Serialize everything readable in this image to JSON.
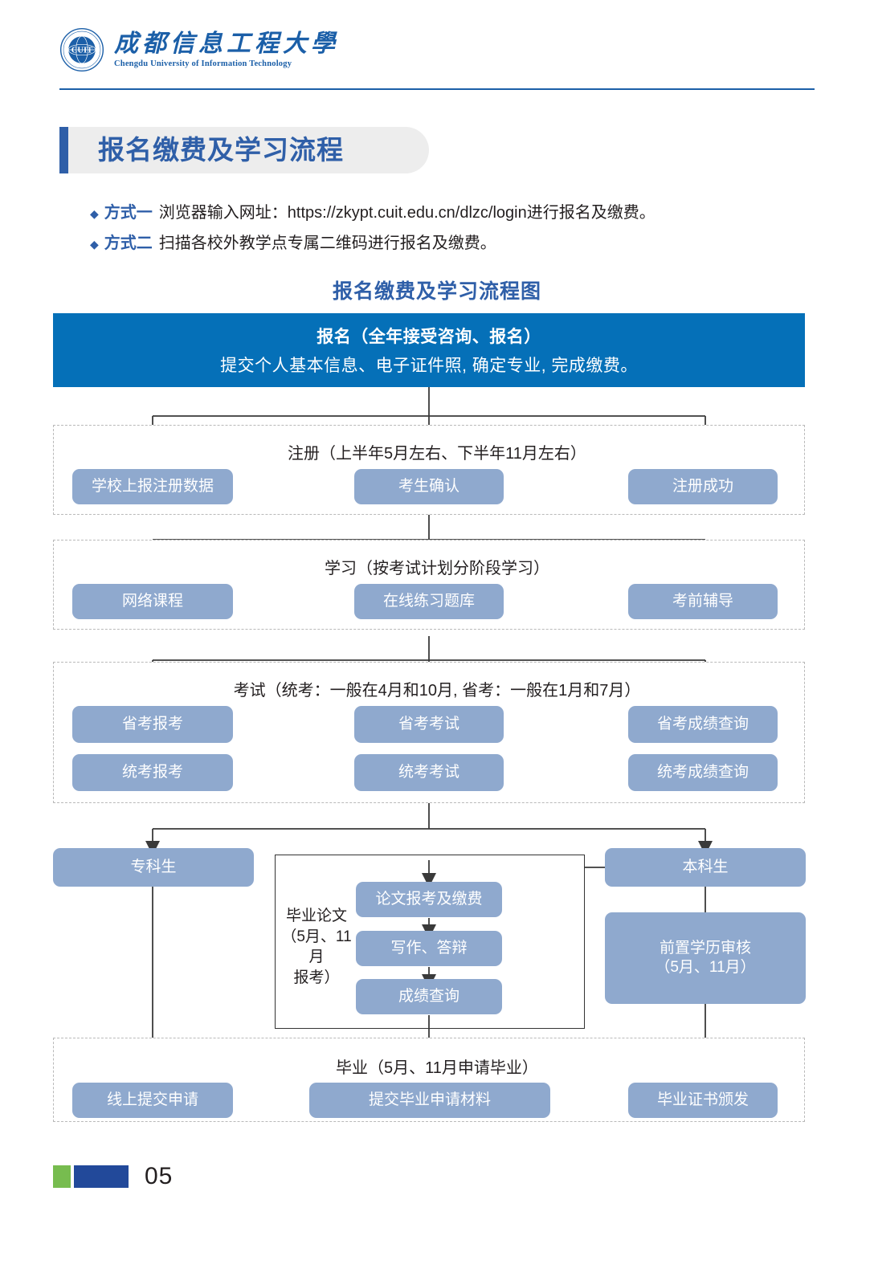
{
  "header": {
    "logo_icon": "cuit-seal-icon",
    "university_cn": "成都信息工程大學",
    "university_en": "Chengdu University of Information Technology"
  },
  "section": {
    "title": "报名缴费及学习流程",
    "accent_color": "#2f5fa8"
  },
  "bullets": [
    {
      "marker": "◆",
      "key": "方式一",
      "value": "浏览器输入网址：https://zkypt.cuit.edu.cn/dlzc/login进行报名及缴费。"
    },
    {
      "marker": "◆",
      "key": "方式二",
      "value": "扫描各校外教学点专属二维码进行报名及缴费。"
    }
  ],
  "flow": {
    "title": "报名缴费及学习流程图",
    "banner_color": "#0570b8",
    "pill_color": "#8fa9ce",
    "banner": {
      "line1": "报名（全年接受咨询、报名）",
      "line2": "提交个人基本信息、电子证件照, 确定专业, 完成缴费。"
    },
    "stages": [
      {
        "name": "register",
        "label": "注册（上半年5月左右、下半年11月左右）",
        "rows": [
          [
            "学校上报注册数据",
            "考生确认",
            "注册成功"
          ]
        ]
      },
      {
        "name": "study",
        "label": "学习（按考试计划分阶段学习）",
        "rows": [
          [
            "网络课程",
            "在线练习题库",
            "考前辅导"
          ]
        ]
      },
      {
        "name": "exam",
        "label": "考试（统考：一般在4月和10月, 省考：一般在1月和7月）",
        "rows": [
          [
            "省考报考",
            "省考考试",
            "省考成绩查询"
          ],
          [
            "统考报考",
            "统考考试",
            "统考成绩查询"
          ]
        ]
      },
      {
        "name": "graduate",
        "label": "毕业（5月、11月申请毕业）",
        "rows": [
          [
            "线上提交申请",
            "提交毕业申请材料",
            "毕业证书颁发"
          ]
        ]
      }
    ],
    "branch": {
      "left_label": "专科生",
      "right_label": "本科生",
      "right_box": "前置学历审核\n（5月、11月）",
      "right_box_line1": "前置学历审核",
      "right_box_line2": "（5月、11月）",
      "thesis_label_line1": "毕业论文",
      "thesis_label_line2": "（5月、11月",
      "thesis_label_line3": "报考）",
      "thesis_steps": [
        "论文报考及缴费",
        "写作、答辩",
        "成绩查询"
      ]
    }
  },
  "footer": {
    "page_number": "05",
    "green_color": "#77bc4f",
    "blue_color": "#22499a"
  }
}
